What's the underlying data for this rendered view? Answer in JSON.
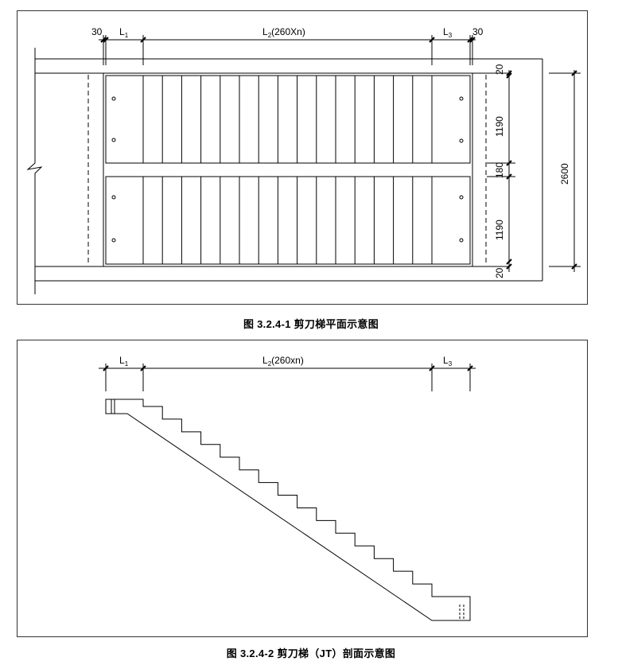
{
  "plan": {
    "dim_30_left": "30",
    "dim_L1": "L",
    "dim_L1_sub": "1",
    "dim_L2": "L",
    "dim_L2_sub": "2",
    "dim_L2_rest": "(260Xn)",
    "dim_L3": "L",
    "dim_L3_sub": "3",
    "dim_30_right": "30",
    "dim_20_top": "20",
    "dim_1190_top": "1190",
    "dim_180": "180",
    "dim_1190_bottom": "1190",
    "dim_20_bottom": "20",
    "dim_2600": "2600",
    "caption": "图 3.2.4-1  剪刀梯平面示意图"
  },
  "section": {
    "dim_L1": "L",
    "dim_L1_sub": "1",
    "dim_L2": "L",
    "dim_L2_sub": "2",
    "dim_L2_rest": "(260xn)",
    "dim_L3": "L",
    "dim_L3_sub": "3",
    "caption": "图 3.2.4-2  剪刀梯（JT）剖面示意图"
  }
}
